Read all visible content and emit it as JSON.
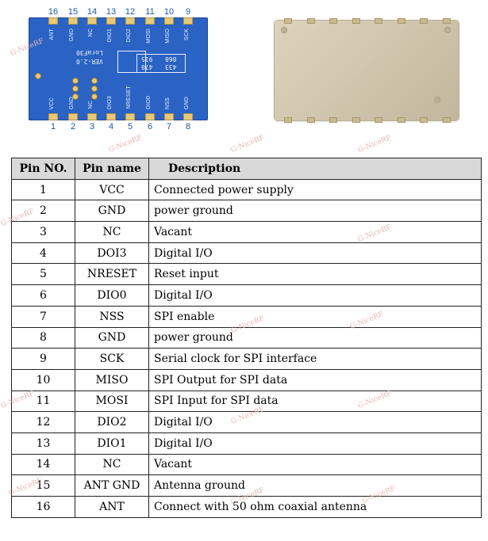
{
  "module_top_pins": [
    "16",
    "15",
    "14",
    "13",
    "12",
    "11",
    "10",
    "9"
  ],
  "module_bottom_pins": [
    "1",
    "2",
    "3",
    "4",
    "5",
    "6",
    "7",
    "8"
  ],
  "pcb_top_labels": [
    "ANT",
    "GND",
    "NC",
    "DIO1",
    "DIO2",
    "MOSI",
    "MISO",
    "SCK"
  ],
  "pcb_bottom_labels": [
    "VCC",
    "GND",
    "NC",
    "DIO3",
    "NRESET",
    "DIO0",
    "NSS",
    "GND"
  ],
  "pcb_silk": {
    "model": "LoraF30",
    "version": "VER-2.0",
    "freq_left_top": "915",
    "freq_left_bottom": "470",
    "freq_right_top": "868",
    "freq_right_bottom": "433"
  },
  "watermark": "G-NiceRF",
  "table": {
    "headers": [
      "Pin NO.",
      "Pin name",
      "Description"
    ],
    "rows": [
      [
        "1",
        "VCC",
        "Connected power supply"
      ],
      [
        "2",
        "GND",
        "power ground"
      ],
      [
        "3",
        "NC",
        "Vacant"
      ],
      [
        "4",
        "DOI3",
        "Digital I/O"
      ],
      [
        "5",
        "NRESET",
        "Reset input"
      ],
      [
        "6",
        "DIO0",
        "Digital I/O"
      ],
      [
        "7",
        "NSS",
        "SPI enable"
      ],
      [
        "8",
        "GND",
        "power ground"
      ],
      [
        "9",
        "SCK",
        "Serial clock for SPI interface"
      ],
      [
        "10",
        "MISO",
        "SPI Output for SPI data"
      ],
      [
        "11",
        "MOSI",
        "SPI Input for SPI data"
      ],
      [
        "12",
        "DIO2",
        "Digital I/O"
      ],
      [
        "13",
        "DIO1",
        "Digital I/O"
      ],
      [
        "14",
        "NC",
        "Vacant"
      ],
      [
        "15",
        "ANT GND",
        "Antenna ground"
      ],
      [
        "16",
        "ANT",
        "Connect with 50 ohm coaxial antenna"
      ]
    ]
  }
}
